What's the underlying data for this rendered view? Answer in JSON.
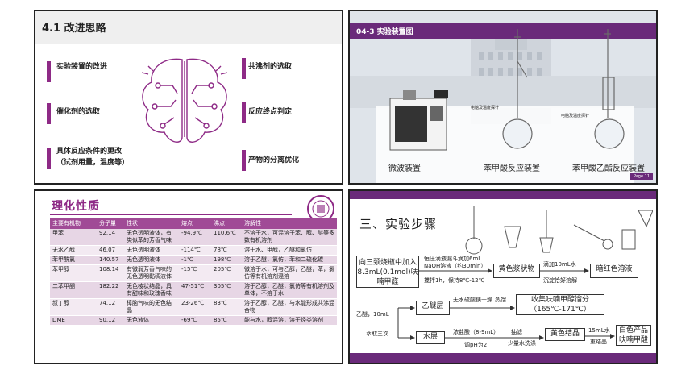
{
  "slide1": {
    "title": "4.1 改进思路",
    "items": [
      {
        "label": "实验装置的改进"
      },
      {
        "label": "催化剂的选取"
      },
      {
        "label": "具体反应条件的更改\n（试剂用量，温度等）"
      },
      {
        "label": "共沸剂的选取"
      },
      {
        "label": "反应终点判定"
      },
      {
        "label": "产物的分离优化"
      }
    ],
    "accent": "#8e2a86"
  },
  "slide2": {
    "header": "04-3  实验装置图",
    "captions": [
      "微波装置",
      "苯甲酸反应装置",
      "苯甲酸乙酯反应装置"
    ],
    "tiny_labels": [
      "电脑及温度探针",
      "电脑及温度探针"
    ],
    "page": "Page 11",
    "accent": "#6a2a7a"
  },
  "slide3": {
    "title": "理化性质",
    "columns": [
      "主要有机物",
      "分子量",
      "性状",
      "熔点",
      "沸点",
      "溶解性"
    ],
    "rows": [
      [
        "甲苯",
        "92.14",
        "无色透明液体，有类似苯的芳香气味",
        "-94.9℃",
        "110.6℃",
        "不溶于水，可混溶于苯、醇、醚等多数有机溶剂"
      ],
      [
        "无水乙醇",
        "46.07",
        "无色透明液体",
        "-114℃",
        "78℃",
        "溶于水、甲醇，乙醚和氯仿"
      ],
      [
        "苯甲酰氯",
        "140.57",
        "无色透明液体",
        "-1℃",
        "198℃",
        "溶于乙醚，氯仿，苯和二硫化碳"
      ],
      [
        "苯甲醇",
        "108.14",
        "有微弱芳香气味的无色透明黏稠液体",
        "-15℃",
        "205℃",
        "微溶于水，可与乙醇，乙醚，苯，氯仿等有机溶剂混溶"
      ],
      [
        "二苯甲酮",
        "182.22",
        "无色棱状结晶，具有甜味和玫瑰香味",
        "47-51℃",
        "305℃",
        "溶于乙醇，乙醚，氯仿等有机溶剂及单体，不溶于水"
      ],
      [
        "叔丁醇",
        "74.12",
        "樟脑气味的无色结晶",
        "23-26℃",
        "83℃",
        "溶于乙醇，乙醚，与水能形成共沸混合物"
      ],
      [
        "DME",
        "90.12",
        "无色液体",
        "-69℃",
        "85℃",
        "能与水，醇混溶，溶于烃类溶剂"
      ]
    ],
    "accent": "#a04a96"
  },
  "slide4": {
    "title": "三、实验步骤",
    "boxes": {
      "start": "向三颈烧瓶中加入8.3mL(0.1mol)呋喃甲醛",
      "yellow_slurry": "黄色浆状物",
      "dark_red": "暗红色溶液",
      "ether_layer": "乙醚层",
      "collect": "收集呋喃甲醇馏分（165℃-171℃）",
      "water_layer": "水层",
      "yellow_crystal": "黄色结晶",
      "product": "白色产品呋喃甲酸"
    },
    "labels": {
      "step1_top": "恒压滴液漏斗滴加6mL NaOH溶液（约30min）",
      "step1_bottom": "搅拌1h，保持8℃-12℃",
      "water_add": "滴加10mL水",
      "precip": "沉淀恰好溶解",
      "ether": "乙醚，10mL",
      "extract3": "萃取三次",
      "dry": "无水硫酸镁干燥",
      "distill": "蒸馏",
      "hcl": "浓盐酸（8-9mL）",
      "ph": "调pH为2",
      "filter": "抽滤",
      "wash": "少量水洗涤",
      "water15": "15mL水",
      "recryst": "重结晶"
    },
    "accent": "#6a2a7a"
  }
}
